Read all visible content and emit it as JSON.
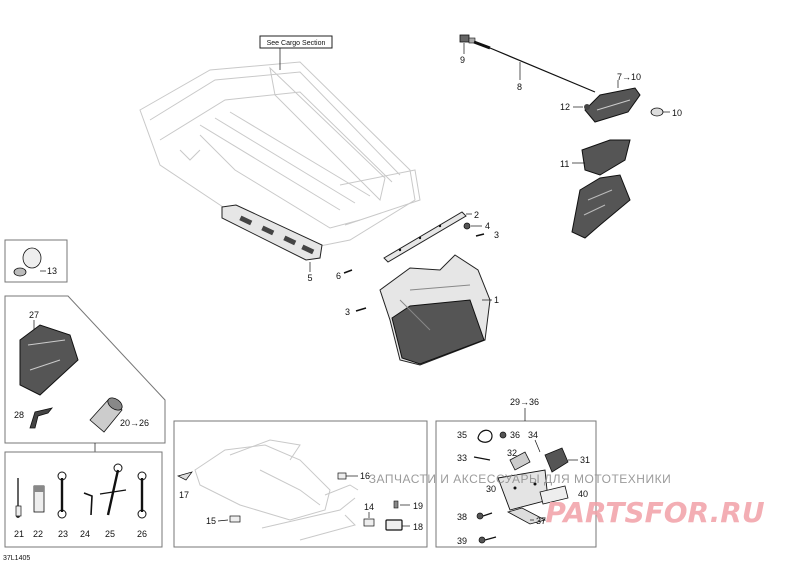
{
  "ref_box": "See Cargo Section",
  "drawing_code": "37L1405",
  "callouts": {
    "c1": "1",
    "c2": "2",
    "c3a": "3",
    "c3b": "3",
    "c4": "4",
    "c5": "5",
    "c6": "6",
    "c7_10": "7→10",
    "c8": "8",
    "c9": "9",
    "c10": "10",
    "c11": "11",
    "c12": "12",
    "c13": "13",
    "c14": "14",
    "c15": "15",
    "c16": "16",
    "c17": "17",
    "c18": "18",
    "c19": "19",
    "c20_26": "20→26",
    "c21": "21",
    "c22": "22",
    "c23": "23",
    "c24": "24",
    "c25": "25",
    "c26": "26",
    "c27": "27",
    "c28": "28",
    "c29_36": "29→36",
    "c30": "30",
    "c31": "31",
    "c32": "32",
    "c33": "33",
    "c34": "34",
    "c35": "35",
    "c36": "36",
    "c37": "37",
    "c38": "38",
    "c39": "39",
    "c40": "40"
  },
  "watermark": {
    "text": "ЗАПЧАСТИ И АКСЕССУАРЫ ДЛЯ МОТОТЕХНИКИ",
    "logo": "PARTSFOR.RU"
  }
}
